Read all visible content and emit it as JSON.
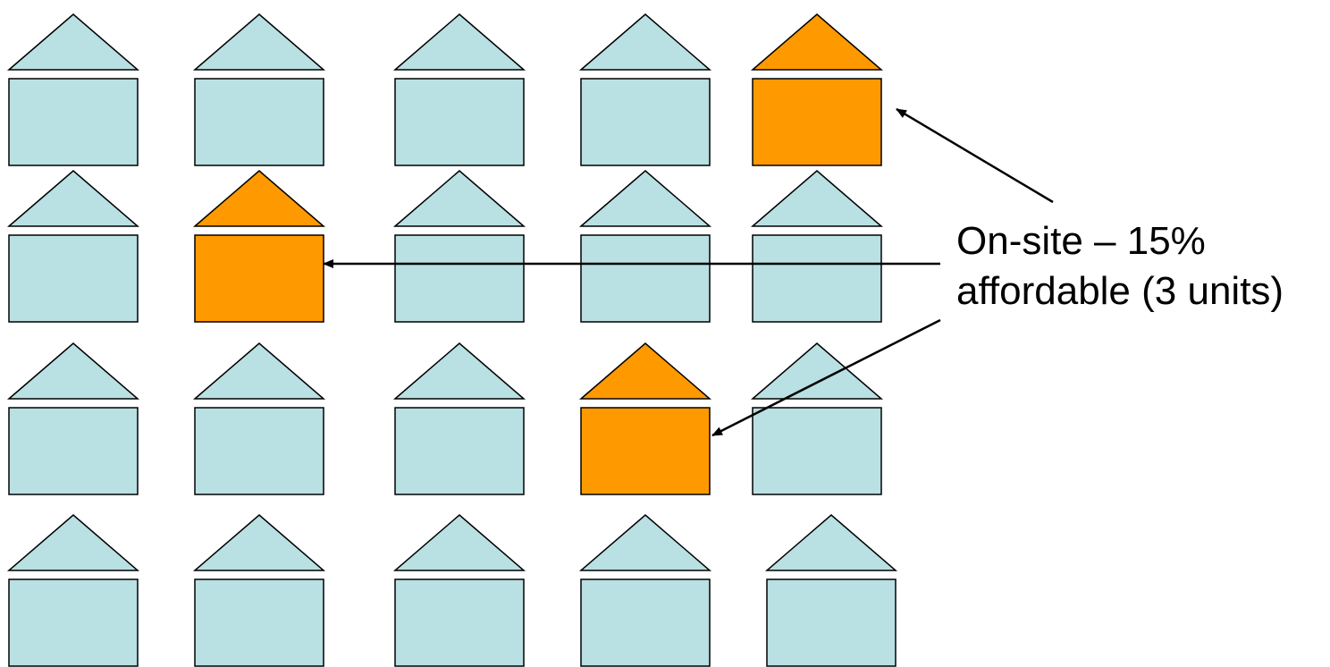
{
  "annotation": {
    "line1": "On-site – 15%",
    "line2": "affordable (3 units)"
  },
  "colors": {
    "market_unit": "#b9e0e3",
    "affordable_unit": "#ff9900",
    "outline": "#000000",
    "arrow": "#000000"
  },
  "houses": {
    "rows": 4,
    "columns": 5,
    "affordable": [
      {
        "row": 1,
        "column": 5
      },
      {
        "row": 2,
        "column": 2
      },
      {
        "row": 3,
        "column": 4
      }
    ]
  },
  "icons": {
    "house": "house-icon",
    "arrow": "arrow-icon"
  }
}
